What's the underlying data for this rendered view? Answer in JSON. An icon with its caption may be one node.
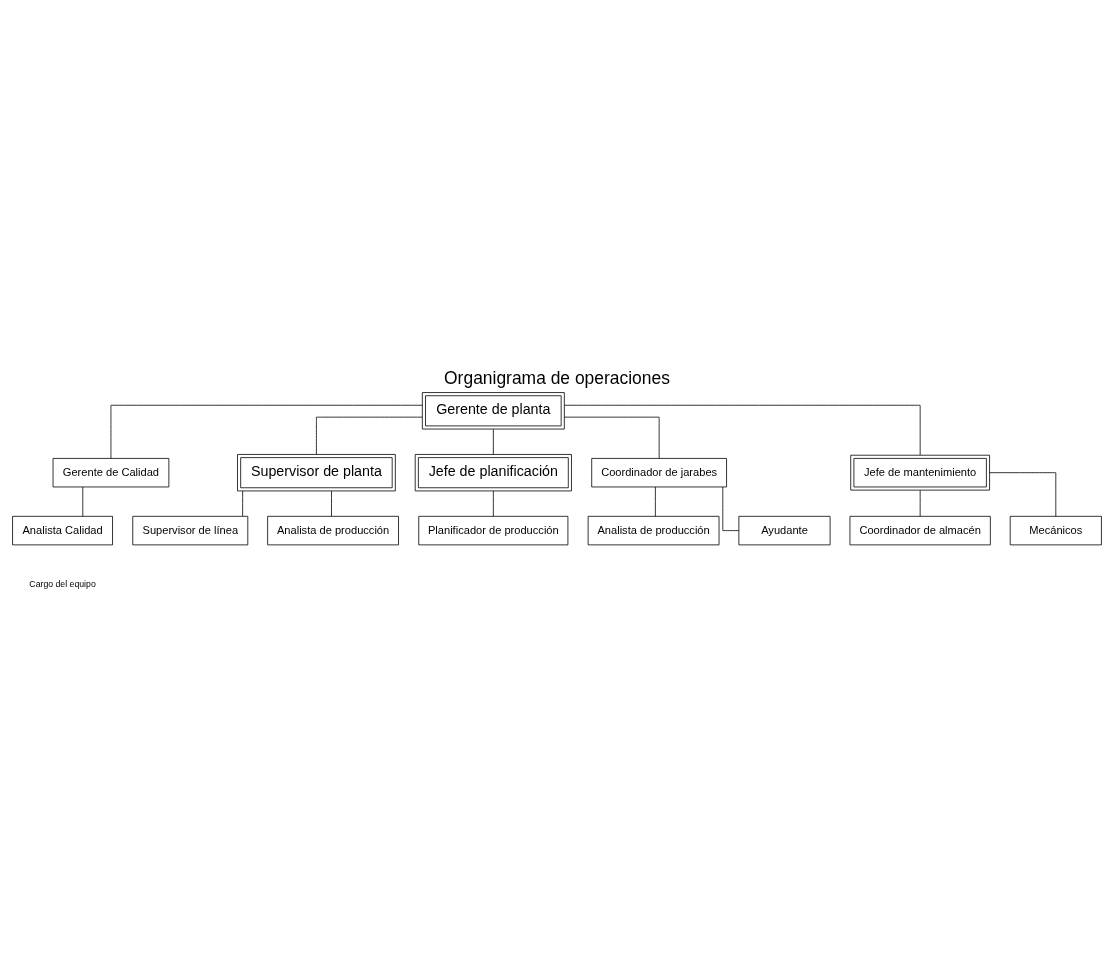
{
  "diagram": {
    "title": "Organigrama de operaciones",
    "caption": "Cargo del equipo",
    "nodes": [
      {
        "text": [
          "Gerente de planta"
        ]
      },
      {
        "text": [
          "Gerente de Calidad"
        ]
      },
      {
        "text": [
          "Supervisor de planta"
        ]
      },
      {
        "text": [
          "Jefe de planificación"
        ]
      },
      {
        "text": [
          "Coordinador de jarabes"
        ]
      },
      {
        "text": [
          "Jefe de mantenimiento"
        ]
      },
      {
        "text": [
          "Supervisor de línea"
        ]
      },
      {
        "text": [
          "Analista de producción"
        ]
      },
      {
        "text": [
          "Planificador de producción"
        ]
      },
      {
        "text": [
          "Analista de producción"
        ]
      },
      {
        "text": [
          "Ayudante"
        ]
      },
      {
        "text": [
          "Coordinador de almacén"
        ]
      },
      {
        "text": [
          "Mecánicos"
        ]
      },
      {
        "text": [
          "Analista Calidad"
        ]
      }
    ],
    "edges": [
      {
        "from": 0,
        "to": 1,
        "arrow": "none"
      },
      {
        "from": 0,
        "to": 2,
        "arrow": "none"
      },
      {
        "from": 0,
        "to": 3,
        "arrow": "none"
      },
      {
        "from": 0,
        "to": 4,
        "arrow": "none"
      },
      {
        "from": 0,
        "to": 5,
        "arrow": "none"
      },
      {
        "from": 2,
        "to": 6,
        "arrow": "none"
      },
      {
        "from": 2,
        "to": 7,
        "arrow": "none"
      },
      {
        "from": 3,
        "to": 8,
        "arrow": "none"
      },
      {
        "from": 4,
        "to": 9,
        "arrow": "none"
      },
      {
        "from": 4,
        "to": 10,
        "arrow": "none"
      },
      {
        "from": 5,
        "to": 11,
        "arrow": "none"
      },
      {
        "from": 5,
        "to": 12,
        "arrow": "none"
      },
      {
        "from": 1,
        "to": 13,
        "arrow": "none"
      }
    ]
  }
}
